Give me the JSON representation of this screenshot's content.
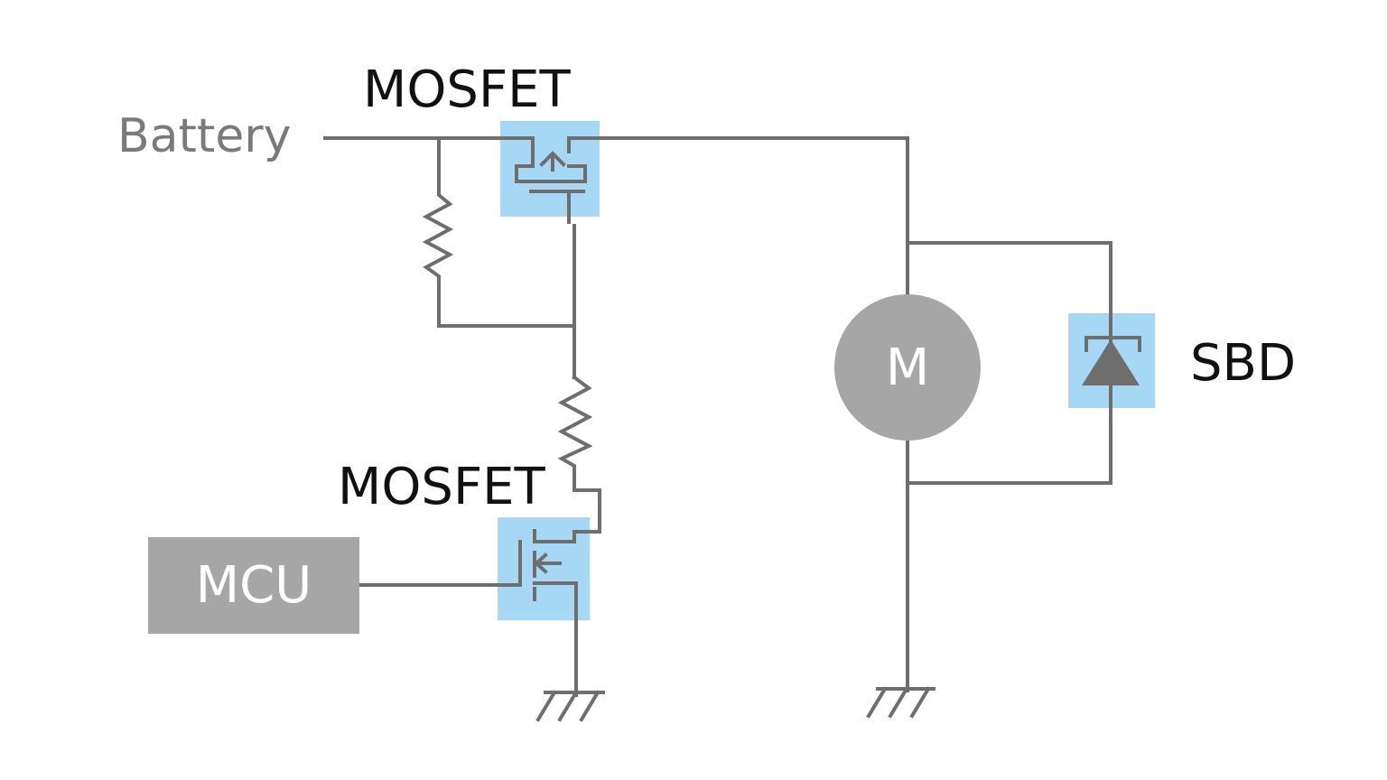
{
  "labels": {
    "battery": "Battery",
    "mosfet_top": "MOSFET",
    "mosfet_bottom": "MOSFET",
    "mcu": "MCU",
    "motor": "M",
    "sbd": "SBD"
  },
  "colors": {
    "wire": "#6e6e6e",
    "highlight": "#a6d8f5",
    "block": "#a6a6a6",
    "text_dark": "#111111",
    "text_gray": "#7a7a7a"
  },
  "icons": [
    "resistor-icon",
    "p-channel-mosfet-icon",
    "n-channel-mosfet-icon",
    "schottky-diode-icon",
    "motor-icon",
    "ground-icon"
  ]
}
